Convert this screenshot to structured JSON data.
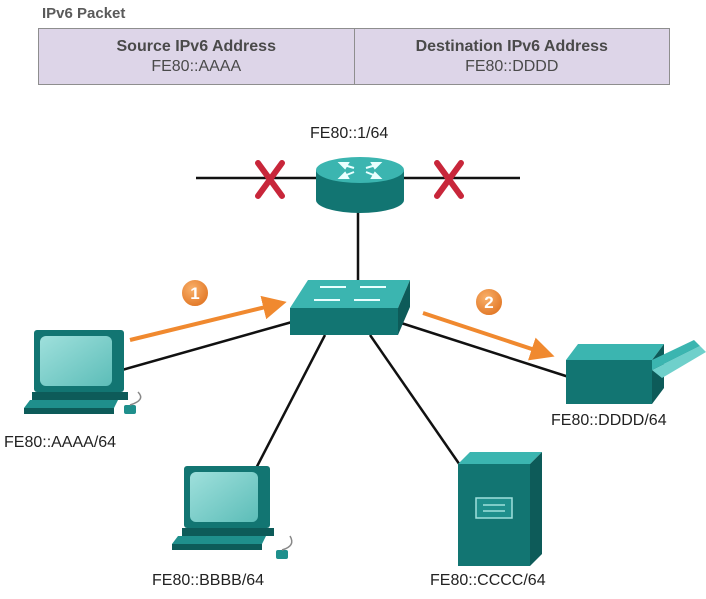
{
  "packet": {
    "title": "IPv6 Packet",
    "source_header": "Source IPv6 Address",
    "source_value": "FE80::AAAA",
    "dest_header": "Destination IPv6 Address",
    "dest_value": "FE80::DDDD"
  },
  "router": {
    "label": "FE80::1/64"
  },
  "hosts": {
    "a": "FE80::AAAA/64",
    "b": "FE80::BBBB/64",
    "c": "FE80::CCCC/64",
    "d": "FE80::DDDD/64"
  },
  "steps": {
    "one": "1",
    "two": "2"
  },
  "colors": {
    "device": "#1f8f8c",
    "arrow": "#f0892f",
    "block": "#c8263a",
    "packet_bg": "#ddd5e8"
  }
}
